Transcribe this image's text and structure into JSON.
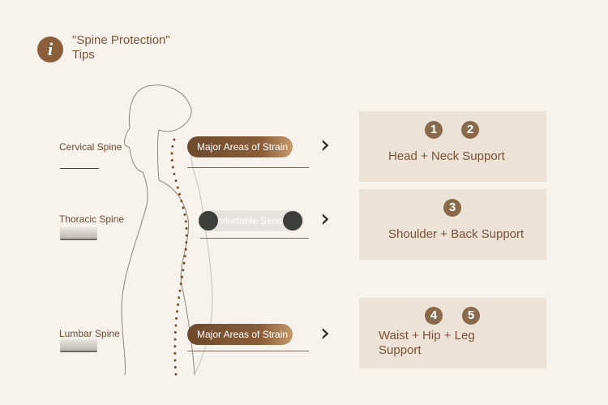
{
  "header": {
    "icon": "info-icon",
    "icon_glyph": "i",
    "title_line1": "\"Spine Protection\"",
    "title_line2": "Tips"
  },
  "spine_labels": {
    "cervical": "Cervical Spine",
    "thoracic": "Thoracic Spine",
    "lumbar": "Lumbar Spine"
  },
  "pills": {
    "cervical": "Major Areas of Strain",
    "thoracic": "Comfortable Sensitive Area",
    "lumbar": "Major Areas of Strain"
  },
  "cards": [
    {
      "numbers": [
        "1",
        "2"
      ],
      "text": "Head + Neck Support"
    },
    {
      "numbers": [
        "3"
      ],
      "text": "Shoulder + Back Support"
    },
    {
      "numbers": [
        "4",
        "5"
      ],
      "text_line1": "Waist + Hip + Leg",
      "text_line2": "Support"
    }
  ],
  "colors": {
    "brown": "#8b5e3c",
    "card_bg": "#ede2d6",
    "background": "#f7f2ec"
  }
}
